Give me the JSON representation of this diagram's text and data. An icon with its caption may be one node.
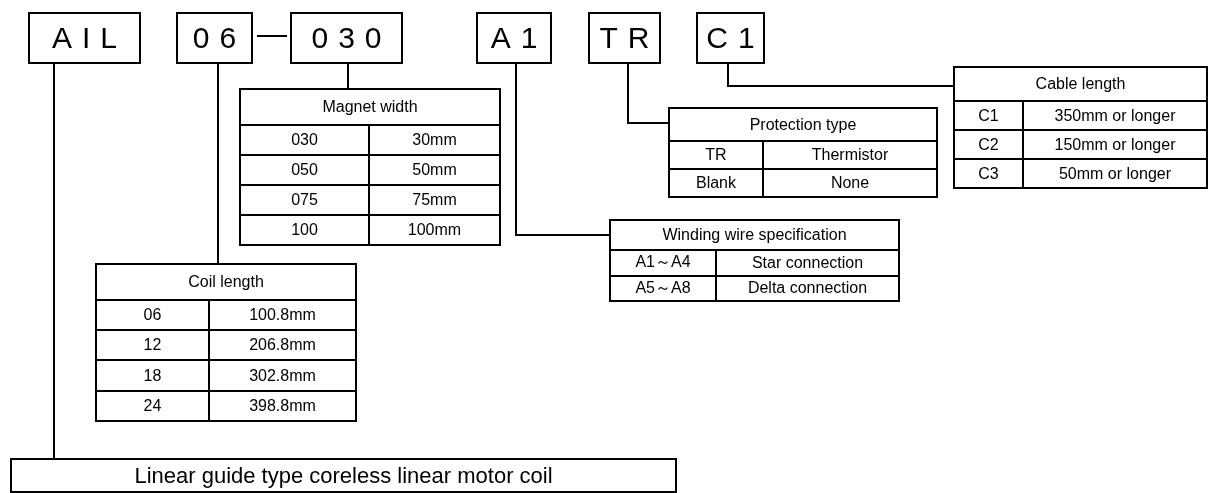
{
  "diagram": {
    "nodes": [
      {
        "text": [
          "AIL"
        ]
      },
      {
        "text": [
          "06"
        ]
      },
      {
        "text": [
          "030"
        ]
      },
      {
        "text": [
          "A1"
        ]
      },
      {
        "text": [
          "TR"
        ]
      },
      {
        "text": [
          "C1"
        ]
      },
      {
        "text": [
          "Magnet width",
          "030",
          "30mm",
          "050",
          "50mm",
          "075",
          "75mm",
          "100",
          "100mm"
        ]
      },
      {
        "text": [
          "Protection type",
          "TR",
          "Thermistor",
          "Blank",
          "None"
        ]
      },
      {
        "text": [
          "Cable length",
          "C1",
          "350mm or longer",
          "C2",
          "150mm or longer",
          "C3",
          "50mm or longer"
        ]
      },
      {
        "text": [
          "Winding wire specification",
          "A1～A4",
          "Star connection",
          "A5～A8",
          "Delta connection"
        ]
      },
      {
        "text": [
          "Coil length",
          "06",
          "100.8mm",
          "12",
          "206.8mm",
          "18",
          "302.8mm",
          "24",
          "398.8mm"
        ]
      },
      {
        "text": [
          "Linear guide type coreless linear motor coil"
        ]
      }
    ],
    "edges": [
      {
        "from": 2,
        "to": 6,
        "arrow": "none"
      },
      {
        "from": 4,
        "to": 7,
        "arrow": "none"
      },
      {
        "from": 5,
        "to": 8,
        "arrow": "none"
      },
      {
        "from": 3,
        "to": 9,
        "arrow": "none"
      },
      {
        "from": 1,
        "to": 10,
        "arrow": "none"
      },
      {
        "from": 0,
        "to": 11,
        "arrow": "none"
      }
    ],
    "labels": [
      "—"
    ]
  }
}
